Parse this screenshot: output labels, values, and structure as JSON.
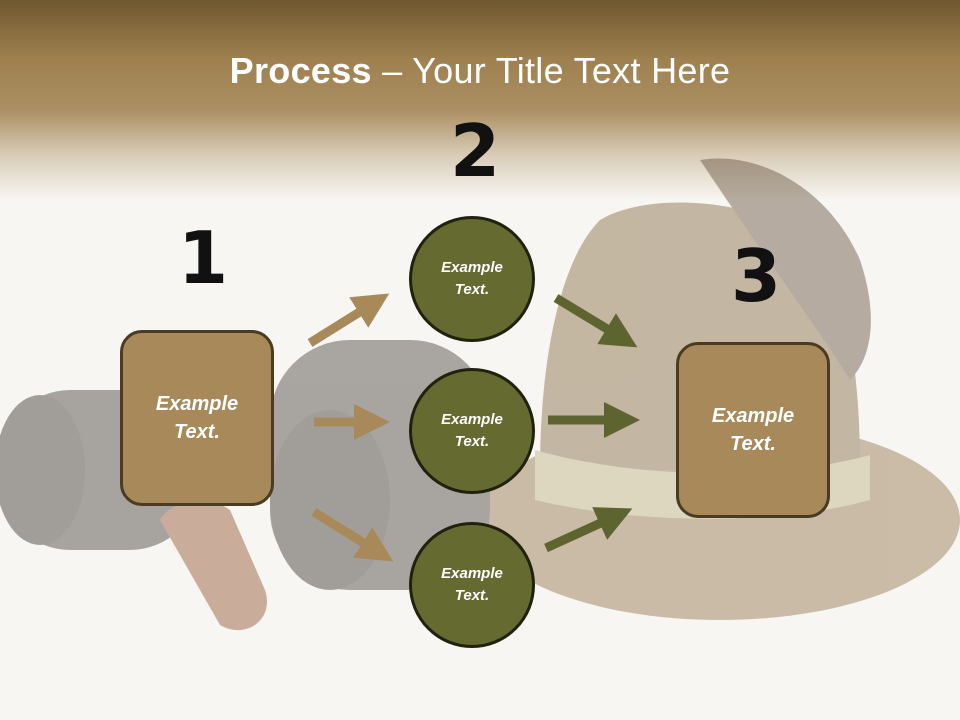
{
  "slide": {
    "title_bold": "Process",
    "title_rest": " – Your Title Text Here"
  },
  "steps": {
    "one": {
      "number": "1",
      "text": "Example Text."
    },
    "two": {
      "number": "2",
      "items": [
        "Example Text.",
        "Example Text.",
        "Example Text."
      ]
    },
    "three": {
      "number": "3",
      "text": "Example Text."
    }
  },
  "colors": {
    "header": "#a0824f",
    "box_fill": "#a88a5a",
    "circle_fill": "#646a30",
    "arrow_tan": "#a88a5a",
    "arrow_olive": "#5e6430"
  },
  "background_image": "binoculars-and-hunting-hat"
}
